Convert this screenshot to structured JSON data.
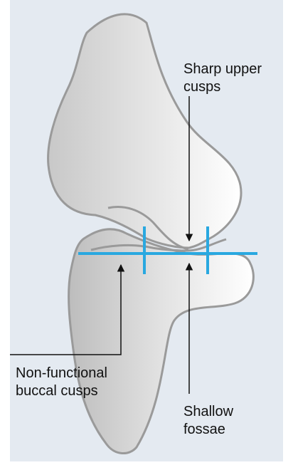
{
  "labels": {
    "upper_cusps_line1": "Sharp upper",
    "upper_cusps_line2": "cusps",
    "buccal_cusps_line1": "Non-functional",
    "buccal_cusps_line2": "buccal cusps",
    "fossae_line1": "Shallow",
    "fossae_line2": "fossae"
  },
  "colors": {
    "panel_background": "#e4eaf1",
    "tooth_outline": "#9a9a9a",
    "guide_lines": "#29a8e0",
    "arrows": "#111111"
  }
}
